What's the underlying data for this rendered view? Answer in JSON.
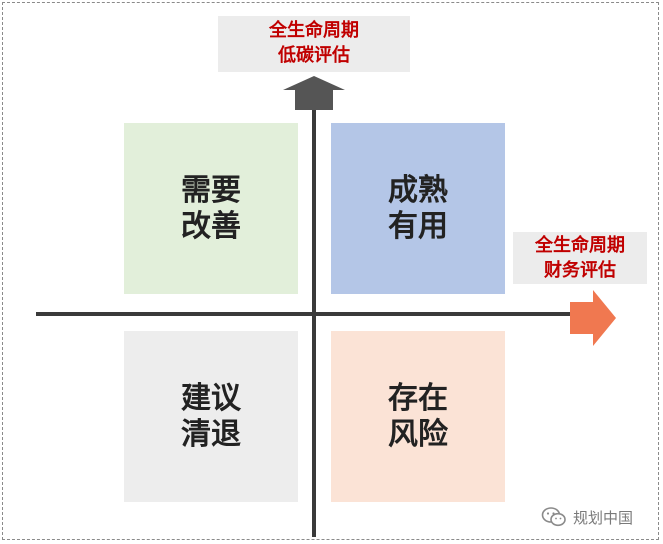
{
  "colors": {
    "top_left": "#e2efda",
    "top_right": "#b4c6e7",
    "bottom_left": "#ededed",
    "bottom_right": "#fbe3d6",
    "axis": "#3a3a3a",
    "y_arrow": "#555555",
    "x_arrow": "#f07850",
    "label_text": "#c00000"
  },
  "y_axis_label": {
    "line1": "全生命周期",
    "line2": "低碳评估"
  },
  "x_axis_label": {
    "line1": "全生命周期",
    "line2": "财务评估"
  },
  "quadrants": {
    "top_left": {
      "line1": "需要",
      "line2": "改善"
    },
    "top_right": {
      "line1": "成熟",
      "line2": "有用"
    },
    "bottom_left": {
      "line1": "建议",
      "line2": "清退"
    },
    "bottom_right": {
      "line1": "存在",
      "line2": "风险"
    }
  },
  "watermark": {
    "text": "规划中国",
    "icon": "wechat-icon"
  }
}
